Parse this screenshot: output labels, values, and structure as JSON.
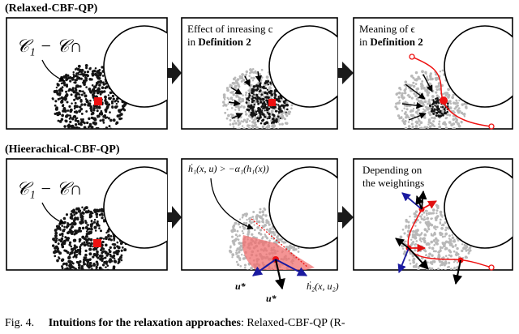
{
  "rows": [
    {
      "heading": "(Relaxed-CBF-QP)",
      "panels": [
        {
          "label_main": "𝒞₁ − 𝒞∩"
        },
        {
          "caption_line1": "Effect of inreasing c",
          "caption_line2_prefix": "in ",
          "caption_line2_bold": "Definition 2"
        },
        {
          "caption_line1": "Meaning of ϵ",
          "caption_line2_prefix": "in ",
          "caption_line2_bold": "Definition 2"
        }
      ]
    },
    {
      "heading": "(Hieerachical-CBF-QP)",
      "panels": [
        {
          "label_main": "𝒞₁ − 𝒞∩"
        },
        {
          "constraint_text": "ḣ₁(x, u) > −α₁(h₁(x))",
          "vector_labels": [
            "u*",
            "u*",
            "ḣ₂(x, u₂)"
          ]
        },
        {
          "caption_line1": "Depending on",
          "caption_line2": "the weightings"
        }
      ]
    }
  ],
  "figure_caption": {
    "prefix": "Fig. 4.",
    "bold": "Intuitions for the relaxation approaches",
    "rest": ": Relaxed-CBF-QP (R-"
  },
  "colors": {
    "safe_marker": "#ee1111",
    "trajectory": "#ee1111",
    "gray_dots": "#b8b8b8",
    "dark_dots": "#141414",
    "blue_vector": "#1a1aa0",
    "feasible_region": "#f07070"
  }
}
